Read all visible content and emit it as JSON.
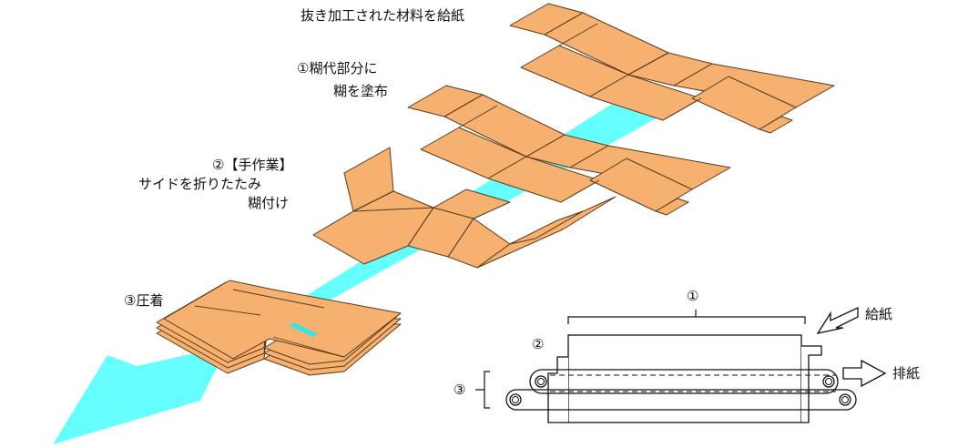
{
  "colors": {
    "blank": "#f6b170",
    "conveyor": "#66ffff",
    "outline": "#5a3a1a",
    "glue_mark": "#33e6e6"
  },
  "steps": {
    "feed": "抜き加工された材料を給紙",
    "step1_line1": "①糊代部分に",
    "step1_line2": "糊を塗布",
    "step2_line1": "②【手作業】",
    "step2_line2": "サイドを折りたたみ",
    "step2_line3": "糊付け",
    "step3": "③圧着"
  },
  "machine": {
    "num1": "①",
    "num2": "②",
    "num3": "③",
    "feed_label": "給紙",
    "discharge_label": "排紙"
  }
}
